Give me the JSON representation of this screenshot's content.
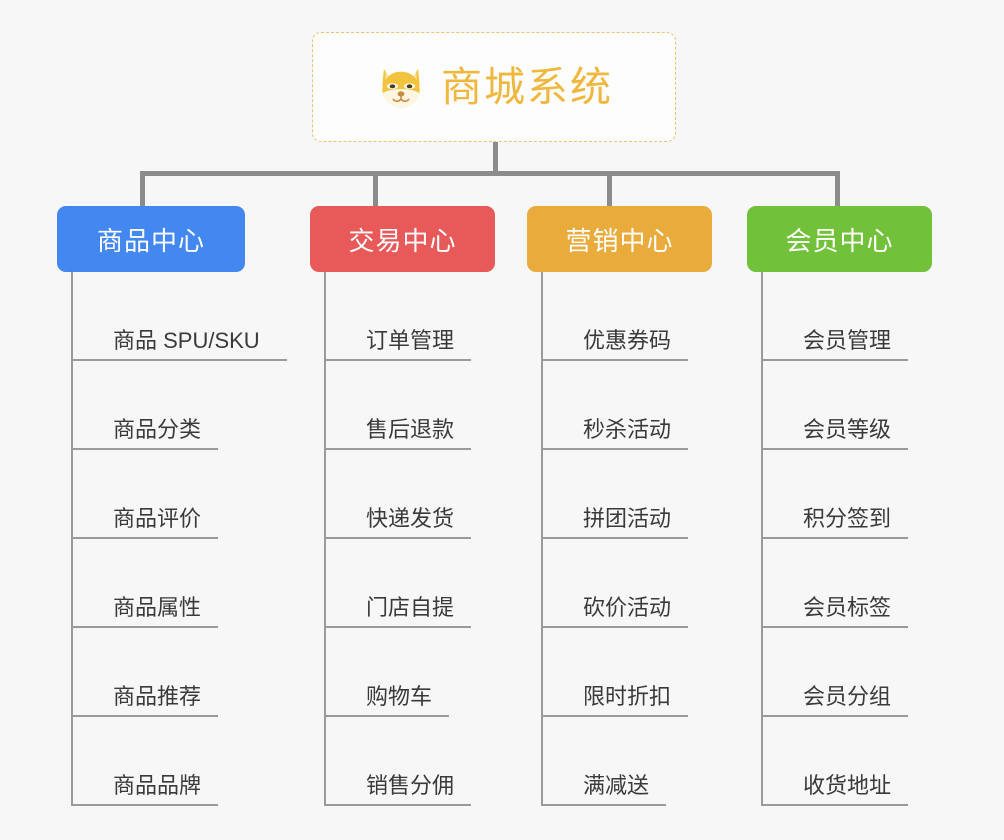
{
  "diagram": {
    "type": "mind-map",
    "root": {
      "title": "商城系统",
      "icon": "shiba-dog-icon",
      "border_color": "#eac275",
      "text_color": "#f0b73f"
    },
    "background_color": "#f7f7f7",
    "connector_color": "#8c8c8c",
    "leaf_line_color": "#9a9a9a",
    "branches": [
      {
        "label": "商品中心",
        "color": "#4387f0",
        "items": [
          "商品 SPU/SKU",
          "商品分类",
          "商品评价",
          "商品属性",
          "商品推荐",
          "商品品牌"
        ]
      },
      {
        "label": "交易中心",
        "color": "#e8595a",
        "items": [
          "订单管理",
          "售后退款",
          "快递发货",
          "门店自提",
          "购物车",
          "销售分佣"
        ]
      },
      {
        "label": "营销中心",
        "color": "#e9ab3c",
        "items": [
          "优惠券码",
          "秒杀活动",
          "拼团活动",
          "砍价活动",
          "限时折扣",
          "满减送"
        ]
      },
      {
        "label": "会员中心",
        "color": "#72c13b",
        "items": [
          "会员管理",
          "会员等级",
          "积分签到",
          "会员标签",
          "会员分组",
          "收货地址"
        ]
      }
    ]
  }
}
